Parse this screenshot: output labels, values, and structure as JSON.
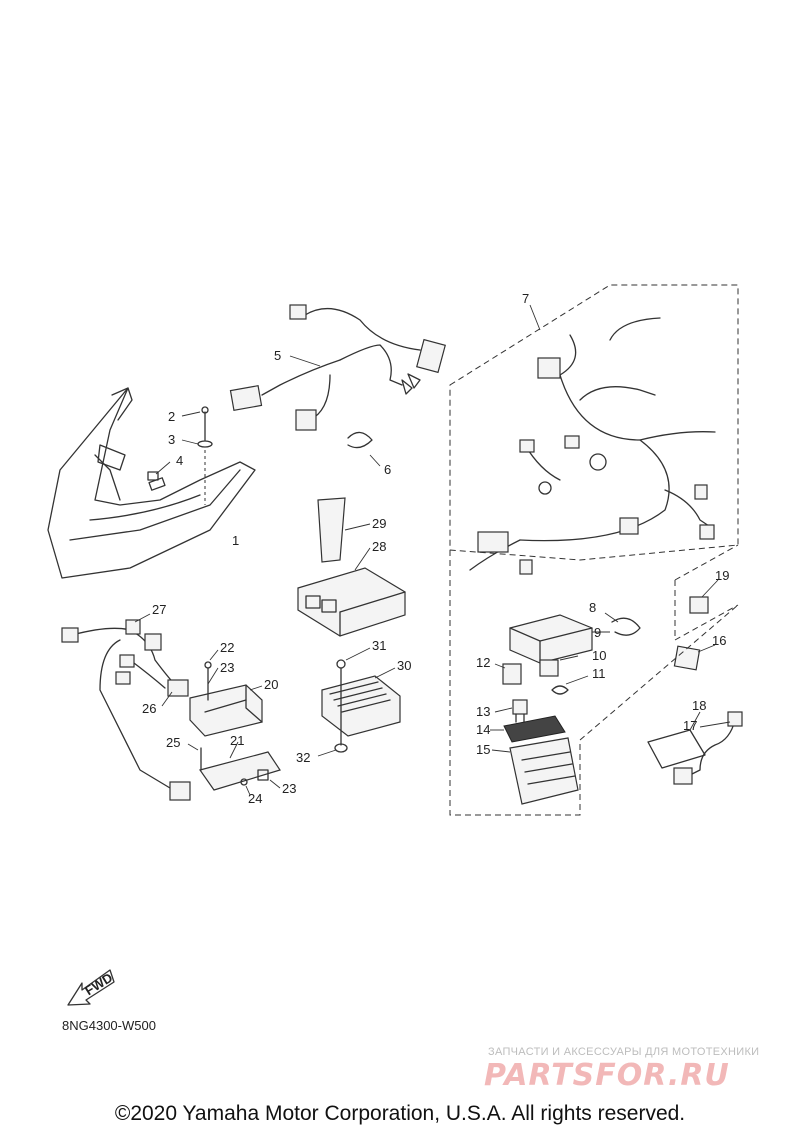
{
  "diagram": {
    "code": "8NG4300-W500",
    "fwd_label": "FWD",
    "callouts": [
      "1",
      "2",
      "3",
      "4",
      "5",
      "6",
      "7",
      "8",
      "9",
      "10",
      "11",
      "12",
      "13",
      "14",
      "15",
      "16",
      "17",
      "18",
      "19",
      "20",
      "21",
      "22",
      "23",
      "23",
      "24",
      "25",
      "26",
      "27",
      "28",
      "29",
      "30",
      "31",
      "32"
    ]
  },
  "watermark": {
    "subtitle": "ЗАПЧАСТИ И АКСЕССУАРЫ ДЛЯ МОТОТЕХНИКИ",
    "logo": "PARTSFOR.RU"
  },
  "footer": {
    "copyright": "©2020 Yamaha Motor Corporation, U.S.A. All rights reserved."
  }
}
